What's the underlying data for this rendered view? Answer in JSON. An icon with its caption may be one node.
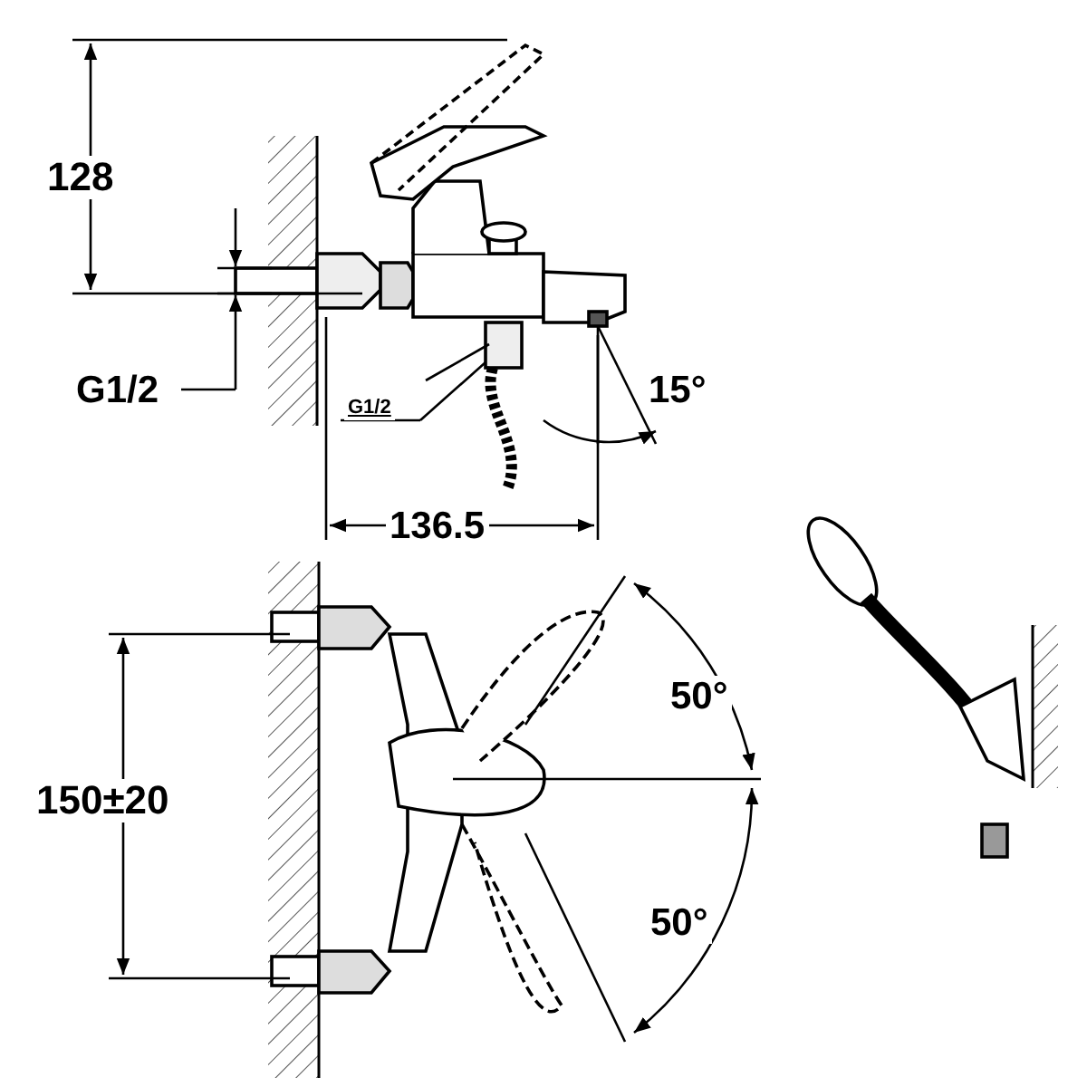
{
  "diagram": {
    "labels": [
      "128",
      "G1/2",
      "G1/2",
      "15°",
      "136.5",
      "150±20",
      "50°",
      "50°"
    ]
  }
}
